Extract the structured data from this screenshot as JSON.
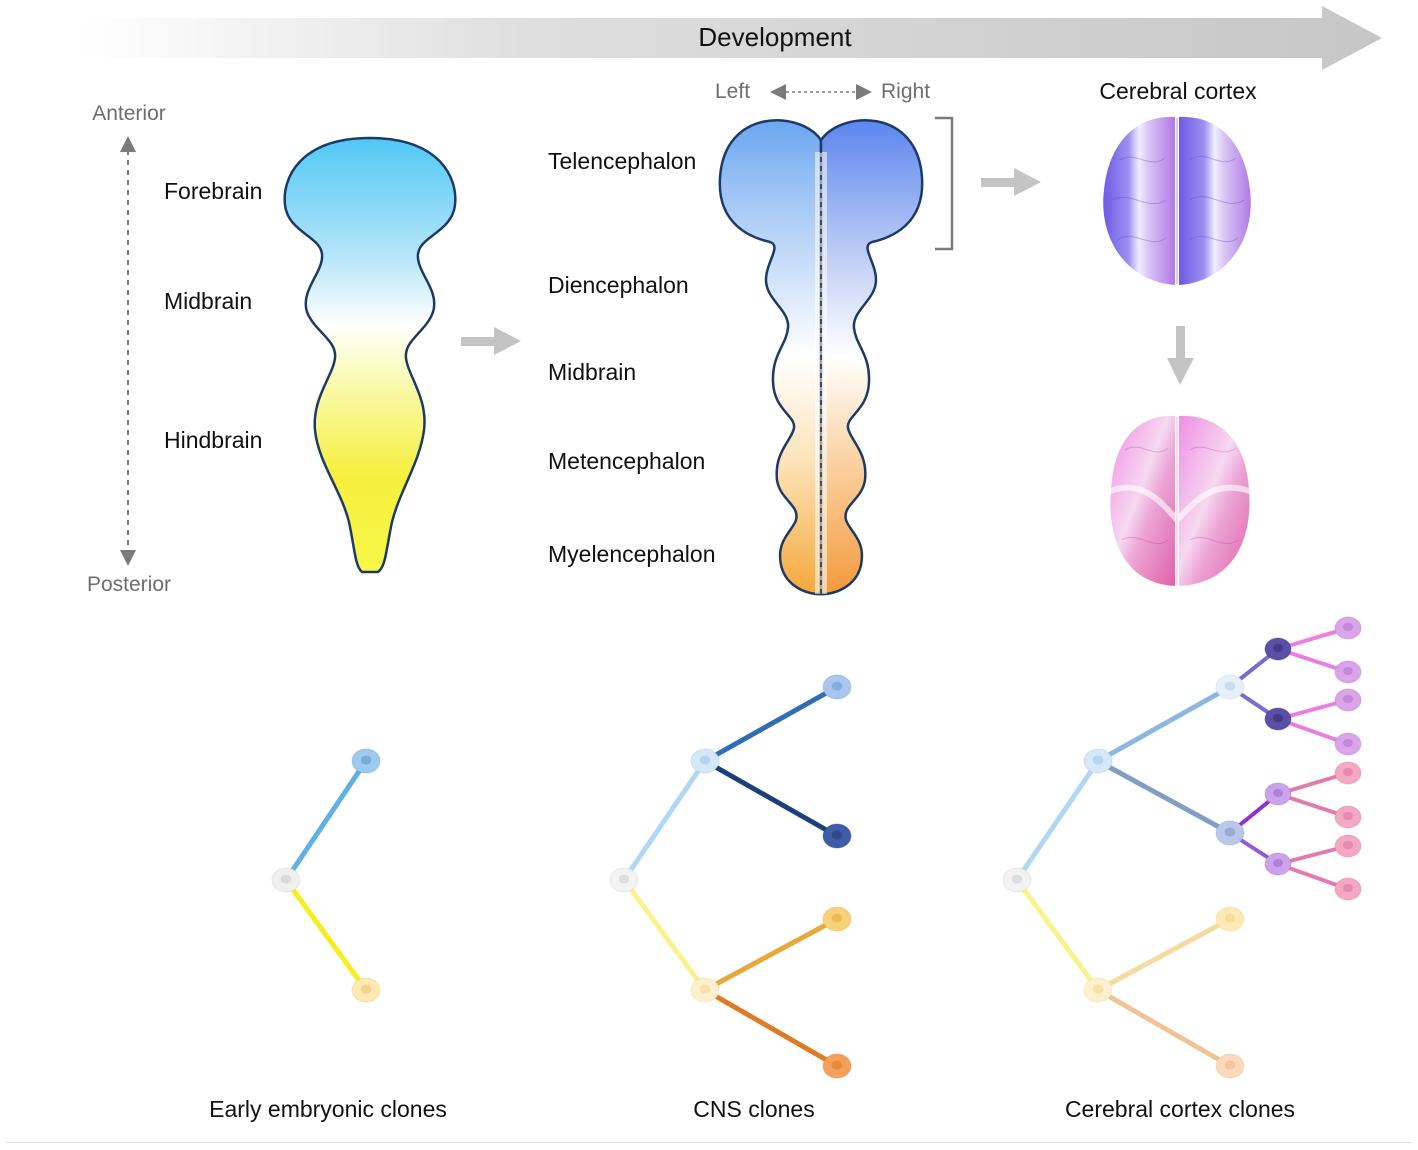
{
  "header": {
    "development_label": "Development"
  },
  "axis": {
    "anterior": "Anterior",
    "posterior": "Posterior"
  },
  "neural_tube": {
    "regions": [
      "Forebrain",
      "Midbrain",
      "Hindbrain"
    ]
  },
  "brain_vesicles": {
    "left_label": "Left",
    "right_label": "Right",
    "regions": [
      "Telencephalon",
      "Diencephalon",
      "Midbrain",
      "Metencephalon",
      "Myelencephalon"
    ]
  },
  "cortex": {
    "title": "Cerebral cortex"
  },
  "clones": {
    "early": "Early embryonic clones",
    "cns": "CNS clones",
    "cortex": "Cerebral cortex clones"
  },
  "colors": {
    "forebrain_blue": "#4fc8f4",
    "hindbrain_yellow": "#f7f23a",
    "outline_navy": "#1d3a66",
    "cortex_purple": "#7b62e6",
    "cortex_pink": "#e77ad8",
    "arrow_grey": "#c4c4c4"
  }
}
